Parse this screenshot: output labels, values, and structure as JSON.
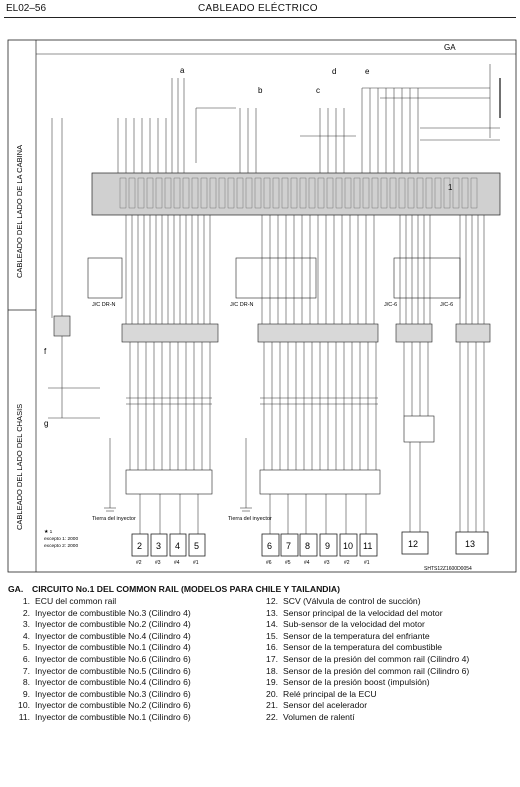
{
  "header": {
    "page_code": "EL02–56",
    "title": "CABLEADO ELÉCTRICO"
  },
  "diagram": {
    "side_cabin": "CABLEADO DEL LADO DE LA CABINA",
    "side_chassis": "CABLEADO DEL LADO DEL CHASIS",
    "ga": "GA",
    "letters": [
      "a",
      "b",
      "c",
      "d",
      "e",
      "f",
      "g"
    ],
    "ecu_label": "1",
    "jc_labels": [
      "J/C DR-N",
      "J/C DR-N",
      "J/C-6",
      "J/C-6"
    ],
    "ground_1": "Tierra del inyector",
    "ground_2": "Tierra del inyector",
    "boxes_group1": [
      "2",
      "3",
      "4",
      "5"
    ],
    "boxes_group2": [
      "6",
      "7",
      "8",
      "9",
      "10",
      "11"
    ],
    "box_12": "12",
    "box_13": "13",
    "cyl_labels_1": [
      "#2",
      "#3",
      "#4",
      "#1"
    ],
    "cyl_labels_2": [
      "#6",
      "#5",
      "#4",
      "#3",
      "#2",
      "#1"
    ],
    "note_lines": [
      "★ 1",
      "excepto 1: 2000",
      "excepto 2: 2000"
    ],
    "figure_code": "SHTS12Z1600D0054"
  },
  "legend": {
    "tag": "GA.",
    "title": "CIRCUITO No.1 DEL COMMON RAIL (MODELOS PARA CHILE Y TAILANDIA)",
    "left_items": [
      {
        "num": "1.",
        "text": "ECU del common rail"
      },
      {
        "num": "2.",
        "text": "Inyector de combustible No.3 (Cilindro 4)"
      },
      {
        "num": "3.",
        "text": "Inyector de combustible No.2 (Cilindro 4)"
      },
      {
        "num": "4.",
        "text": "Inyector de combustible No.4 (Cilindro 4)"
      },
      {
        "num": "5.",
        "text": "Inyector de combustible No.1 (Cilindro 4)"
      },
      {
        "num": "6.",
        "text": "Inyector de combustible No.6 (Cilindro 6)"
      },
      {
        "num": "7.",
        "text": "Inyector de combustible No.5 (Cilindro 6)"
      },
      {
        "num": "8.",
        "text": "Inyector de combustible No.4 (Cilindro 6)"
      },
      {
        "num": "9.",
        "text": "Inyector de combustible No.3 (Cilindro 6)"
      },
      {
        "num": "10.",
        "text": "Inyector de combustible No.2 (Cilindro 6)"
      },
      {
        "num": "11.",
        "text": "Inyector de combustible No.1 (Cilindro 6)"
      }
    ],
    "right_items": [
      {
        "num": "12.",
        "text": "SCV (Válvula de control de succión)"
      },
      {
        "num": "13.",
        "text": "Sensor principal de la velocidad del motor"
      },
      {
        "num": "14.",
        "text": "Sub-sensor de la velocidad del motor"
      },
      {
        "num": "15.",
        "text": "Sensor de la temperatura del enfriante"
      },
      {
        "num": "16.",
        "text": "Sensor de la temperatura del combustible"
      },
      {
        "num": "17.",
        "text": "Sensor de la presión del common rail (Cilindro 4)"
      },
      {
        "num": "18.",
        "text": "Sensor de la presión del common rail (Cilindro 6)"
      },
      {
        "num": "19.",
        "text": "Sensor de la presión boost (impulsión)"
      },
      {
        "num": "20.",
        "text": "Relé principal de la ECU"
      },
      {
        "num": "21.",
        "text": "Sensor del acelerador"
      },
      {
        "num": "22.",
        "text": "Volumen de ralentí"
      }
    ]
  }
}
